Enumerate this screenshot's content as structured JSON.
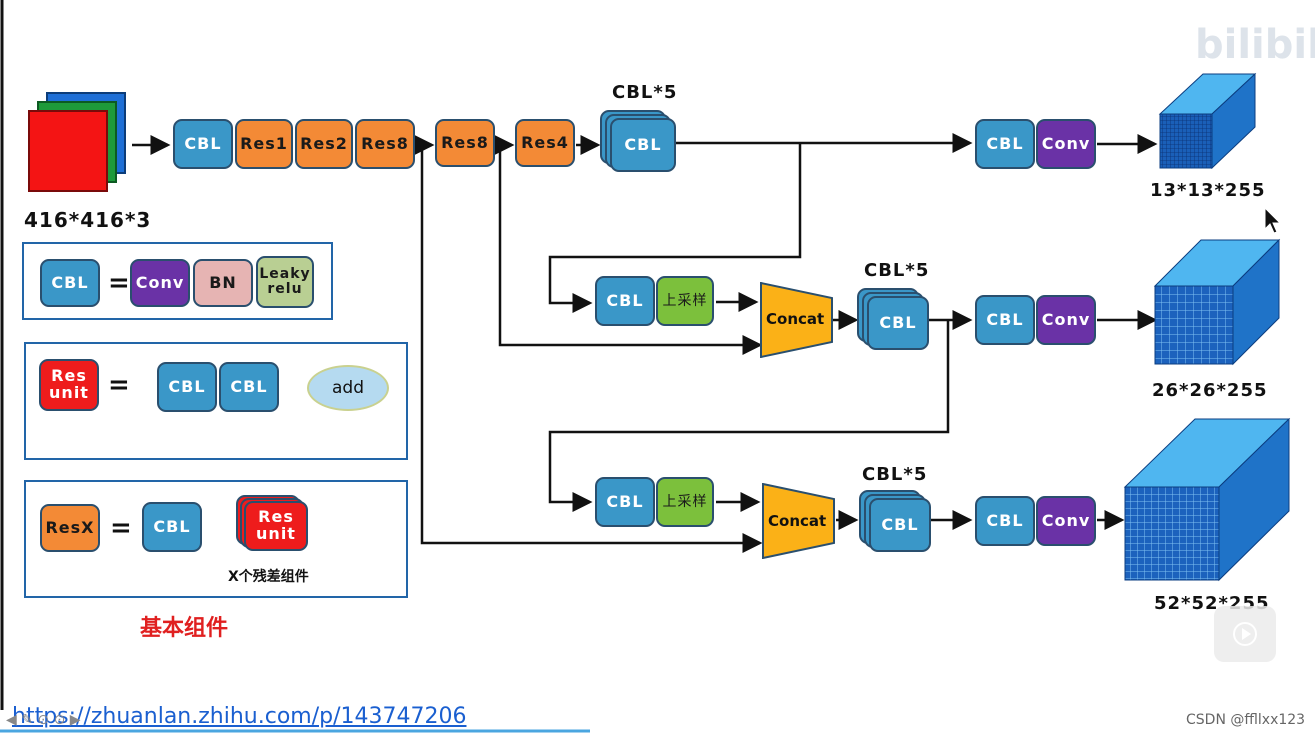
{
  "watermark_top": "bilibili",
  "input_size": "416*416*3",
  "main_chain": {
    "cbl": "CBL",
    "res1": "Res1",
    "res2": "Res2",
    "res8a": "Res8",
    "res8b": "Res8",
    "res4": "Res4"
  },
  "cbl5_labels": [
    "CBL*5",
    "CBL*5",
    "CBL*5"
  ],
  "branch1": {
    "cbl5": "CBL",
    "cbl": "CBL",
    "conv": "Conv",
    "output": "13*13*255"
  },
  "branch2": {
    "cbl": "CBL",
    "upsample": "上采样",
    "concat": "Concat",
    "cbl5": "CBL",
    "cbl_out": "CBL",
    "conv": "Conv",
    "output": "26*26*255"
  },
  "branch3": {
    "cbl": "CBL",
    "upsample": "上采样",
    "concat": "Concat",
    "cbl5": "CBL",
    "cbl_out": "CBL",
    "conv": "Conv",
    "output": "52*52*255"
  },
  "legend": {
    "cbl_def": {
      "cbl": "CBL",
      "eq": "=",
      "conv": "Conv",
      "bn": "BN",
      "leaky": "Leaky relu"
    },
    "resunit_def": {
      "resunit": "Res unit",
      "eq": "=",
      "cbl1": "CBL",
      "cbl2": "CBL",
      "add": "add"
    },
    "resx_def": {
      "resx": "ResX",
      "eq": "=",
      "cbl": "CBL",
      "resunit": "Res unit",
      "note": "X个残差组件"
    },
    "title": "基本组件"
  },
  "url": "https://zhuanlan.zhihu.com/p/143747206",
  "credit": "CSDN @ffllxx123"
}
